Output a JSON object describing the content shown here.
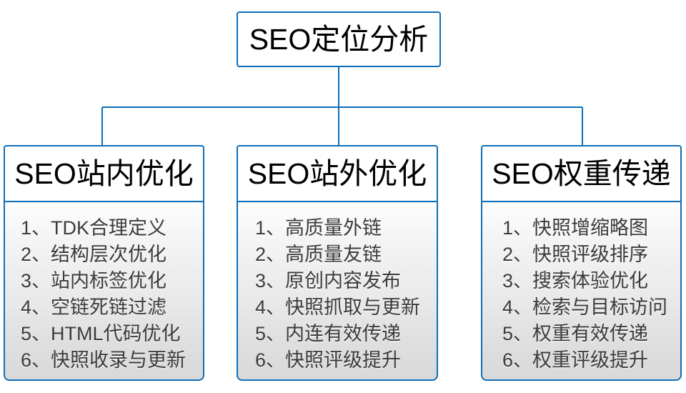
{
  "diagram": {
    "root": {
      "title": "SEO定位分析"
    },
    "connector": {
      "color": "#0e6eb8"
    },
    "branches": [
      {
        "id": "on-site",
        "title": "SEO站内优化",
        "items": [
          "1、TDK合理定义",
          "2、结构层次优化",
          "3、站内标签优化",
          "4、空链死链过滤",
          "5、HTML代码优化",
          "6、快照收录与更新"
        ]
      },
      {
        "id": "off-site",
        "title": "SEO站外优化",
        "items": [
          "1、高质量外链",
          "2、高质量友链",
          "3、原创内容发布",
          "4、快照抓取与更新",
          "5、内连有效传递",
          "6、快照评级提升"
        ]
      },
      {
        "id": "weight-transfer",
        "title": "SEO权重传递",
        "items": [
          "1、快照增缩略图",
          "2、快照评级排序",
          "3、搜索体验优化",
          "4、检索与目标访问",
          "5、权重有效传递",
          "6、权重评级提升"
        ]
      }
    ]
  }
}
